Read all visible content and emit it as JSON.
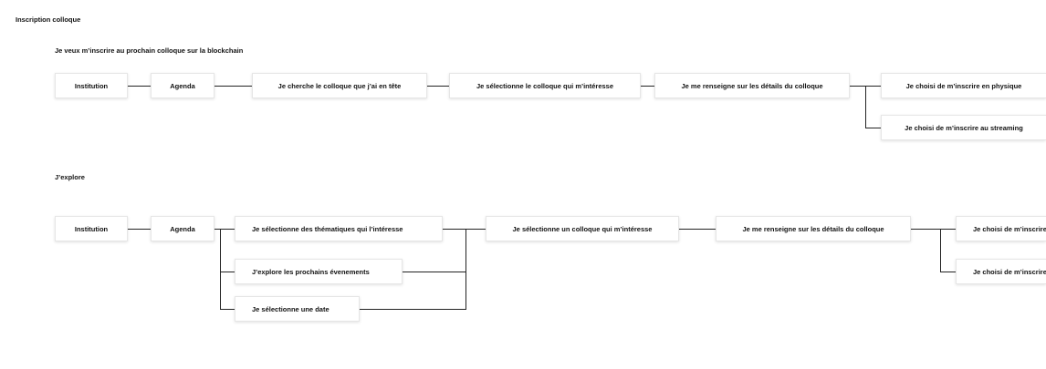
{
  "page": {
    "title": "Inscription colloque"
  },
  "flow1": {
    "title": "Je veux m’inscrire au prochain colloque sur la blockchain",
    "steps": [
      "Institution",
      "Agenda",
      "Je cherche le colloque que j’ai en tête",
      "Je sélectionne le colloque qui m’intéresse",
      "Je me renseigne sur les détails du colloque",
      "Je choisi de m’inscrire en physique",
      "Je choisi de m’inscrire au streaming"
    ]
  },
  "flow2": {
    "title": "J’explore",
    "steps": [
      "Institution",
      "Agenda",
      "Je sélectionne des thématiques qui l’intéresse",
      "J’explore les prochains évenements",
      "Je sélectionne une date",
      "Je sélectionne un colloque qui m’intéresse",
      "Je me renseigne sur les détails du colloque",
      "Je choisi de m’inscrire en physique",
      "Je choisi de m’inscrire au streaming"
    ]
  }
}
